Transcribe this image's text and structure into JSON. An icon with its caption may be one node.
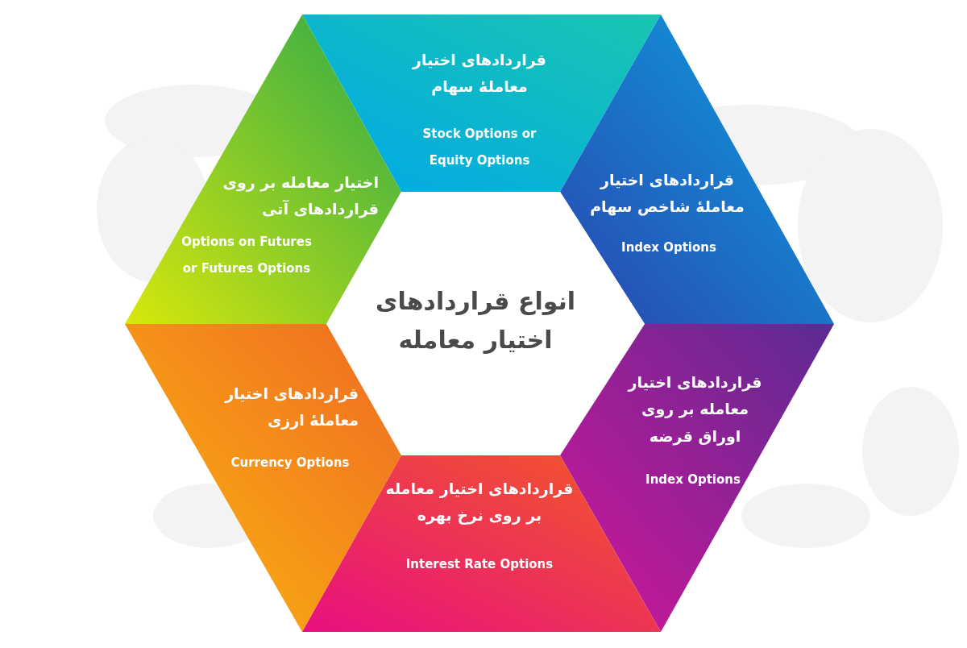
{
  "diagram": {
    "nodes": [
      {
        "text": [
          "قراردادهای اختیار معاملهٔ سهام",
          "Stock Options or Equity Options"
        ]
      },
      {
        "text": [
          "اختیار معامله بر روی قراردادهای آتی",
          "Options on Futures or Futures Options"
        ]
      },
      {
        "text": [
          "قراردادهای اختیار معاملهٔ شاخص سهام",
          "Index Options"
        ]
      },
      {
        "text": [
          "انواع قراردادهای اختیار معامله"
        ]
      },
      {
        "text": [
          "قراردادهای اختیار معاملهٔ ارزی",
          "Currency Options"
        ]
      },
      {
        "text": [
          "قراردادهای اختیار معامله بر روی اوراق قرضه",
          "Index Options"
        ]
      },
      {
        "text": [
          "قراردادهای اختیار معامله بر روی نرخ بهره",
          "Interest Rate Options"
        ]
      }
    ]
  }
}
